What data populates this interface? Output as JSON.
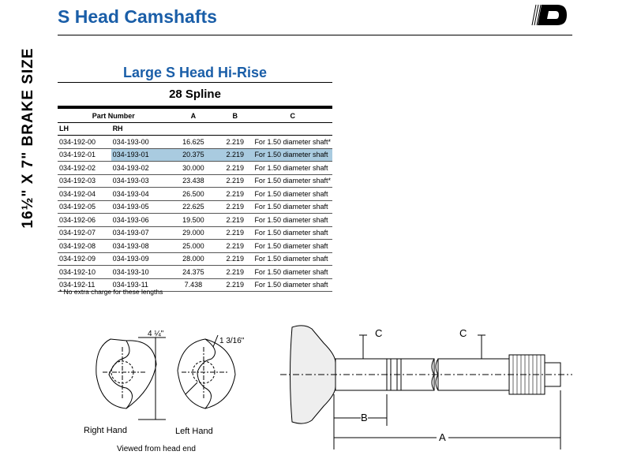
{
  "header": {
    "title": "S Head Camshafts",
    "side_label": "16½\" X 7\" BRAKE SIZE"
  },
  "section": {
    "subtitle": "Large S Head Hi-Rise",
    "spline": "28 Spline"
  },
  "table": {
    "headers": {
      "part_number": "Part Number",
      "a": "A",
      "b": "B",
      "c": "C",
      "lh": "LH",
      "rh": "RH"
    },
    "rows": [
      {
        "lh": "034-192-00",
        "rh": "034-193-00",
        "a": "16.625",
        "b": "2.219",
        "c": "For 1.50 diameter shaft*"
      },
      {
        "lh": "034-192-01",
        "rh": "034-193-01",
        "a": "20.375",
        "b": "2.219",
        "c": "For 1.50 diameter shaft",
        "highlighted": true
      },
      {
        "lh": "034-192-02",
        "rh": "034-193-02",
        "a": "30.000",
        "b": "2.219",
        "c": "For 1.50 diameter shaft"
      },
      {
        "lh": "034-192-03",
        "rh": "034-193-03",
        "a": "23.438",
        "b": "2.219",
        "c": "For 1.50 diameter shaft*"
      },
      {
        "lh": "034-192-04",
        "rh": "034-193-04",
        "a": "26.500",
        "b": "2.219",
        "c": "For 1.50 diameter shaft"
      },
      {
        "lh": "034-192-05",
        "rh": "034-193-05",
        "a": "22.625",
        "b": "2.219",
        "c": "For 1.50 diameter shaft"
      },
      {
        "lh": "034-192-06",
        "rh": "034-193-06",
        "a": "19.500",
        "b": "2.219",
        "c": "For 1.50 diameter shaft"
      },
      {
        "lh": "034-192-07",
        "rh": "034-193-07",
        "a": "29.000",
        "b": "2.219",
        "c": "For 1.50 diameter shaft"
      },
      {
        "lh": "034-192-08",
        "rh": "034-193-08",
        "a": "25.000",
        "b": "2.219",
        "c": "For 1.50 diameter shaft"
      },
      {
        "lh": "034-192-09",
        "rh": "034-193-09",
        "a": "28.000",
        "b": "2.219",
        "c": "For 1.50 diameter shaft"
      },
      {
        "lh": "034-192-10",
        "rh": "034-193-10",
        "a": "24.375",
        "b": "2.219",
        "c": "For 1.50 diameter shaft"
      },
      {
        "lh": "034-192-11",
        "rh": "034-193-11",
        "a": "7.438",
        "b": "2.219",
        "c": "For 1.50 diameter shaft"
      }
    ],
    "footnote": "* No extra charge for these lengths"
  },
  "diagram": {
    "dim_4": "4 ¼\"",
    "dim_1": "1 3/16\"",
    "right_hand": "Right  Hand",
    "left_hand": "Left  Hand",
    "viewed": "Viewed from head end",
    "c1": "C",
    "c2": "C",
    "b": "B",
    "a": "A"
  },
  "colors": {
    "title": "#1a5ea8",
    "highlight": "#a9cbe0"
  }
}
